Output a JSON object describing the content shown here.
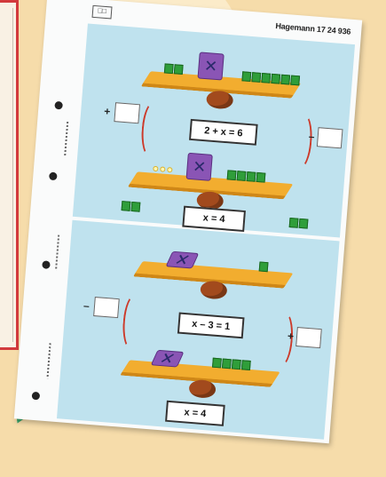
{
  "sheet": {
    "publisher": "Hagemann 17 24 936",
    "corner_mark": "□□"
  },
  "top_panel": {
    "equation": "2 + x = 6",
    "result": "x = 4",
    "left_op": "+",
    "right_op": "–"
  },
  "bottom_panel": {
    "equation": "x – 3 = 1",
    "result": "x = 4",
    "left_op": "–",
    "right_op": "+"
  },
  "colors": {
    "background": "#f6dcaa",
    "frame_red": "#d23a3c",
    "panel_blue": "#bfe2ee",
    "board_orange": "#f2ad2f",
    "cube_green": "#2f9e3a",
    "bag_purple": "#8a55b5"
  }
}
